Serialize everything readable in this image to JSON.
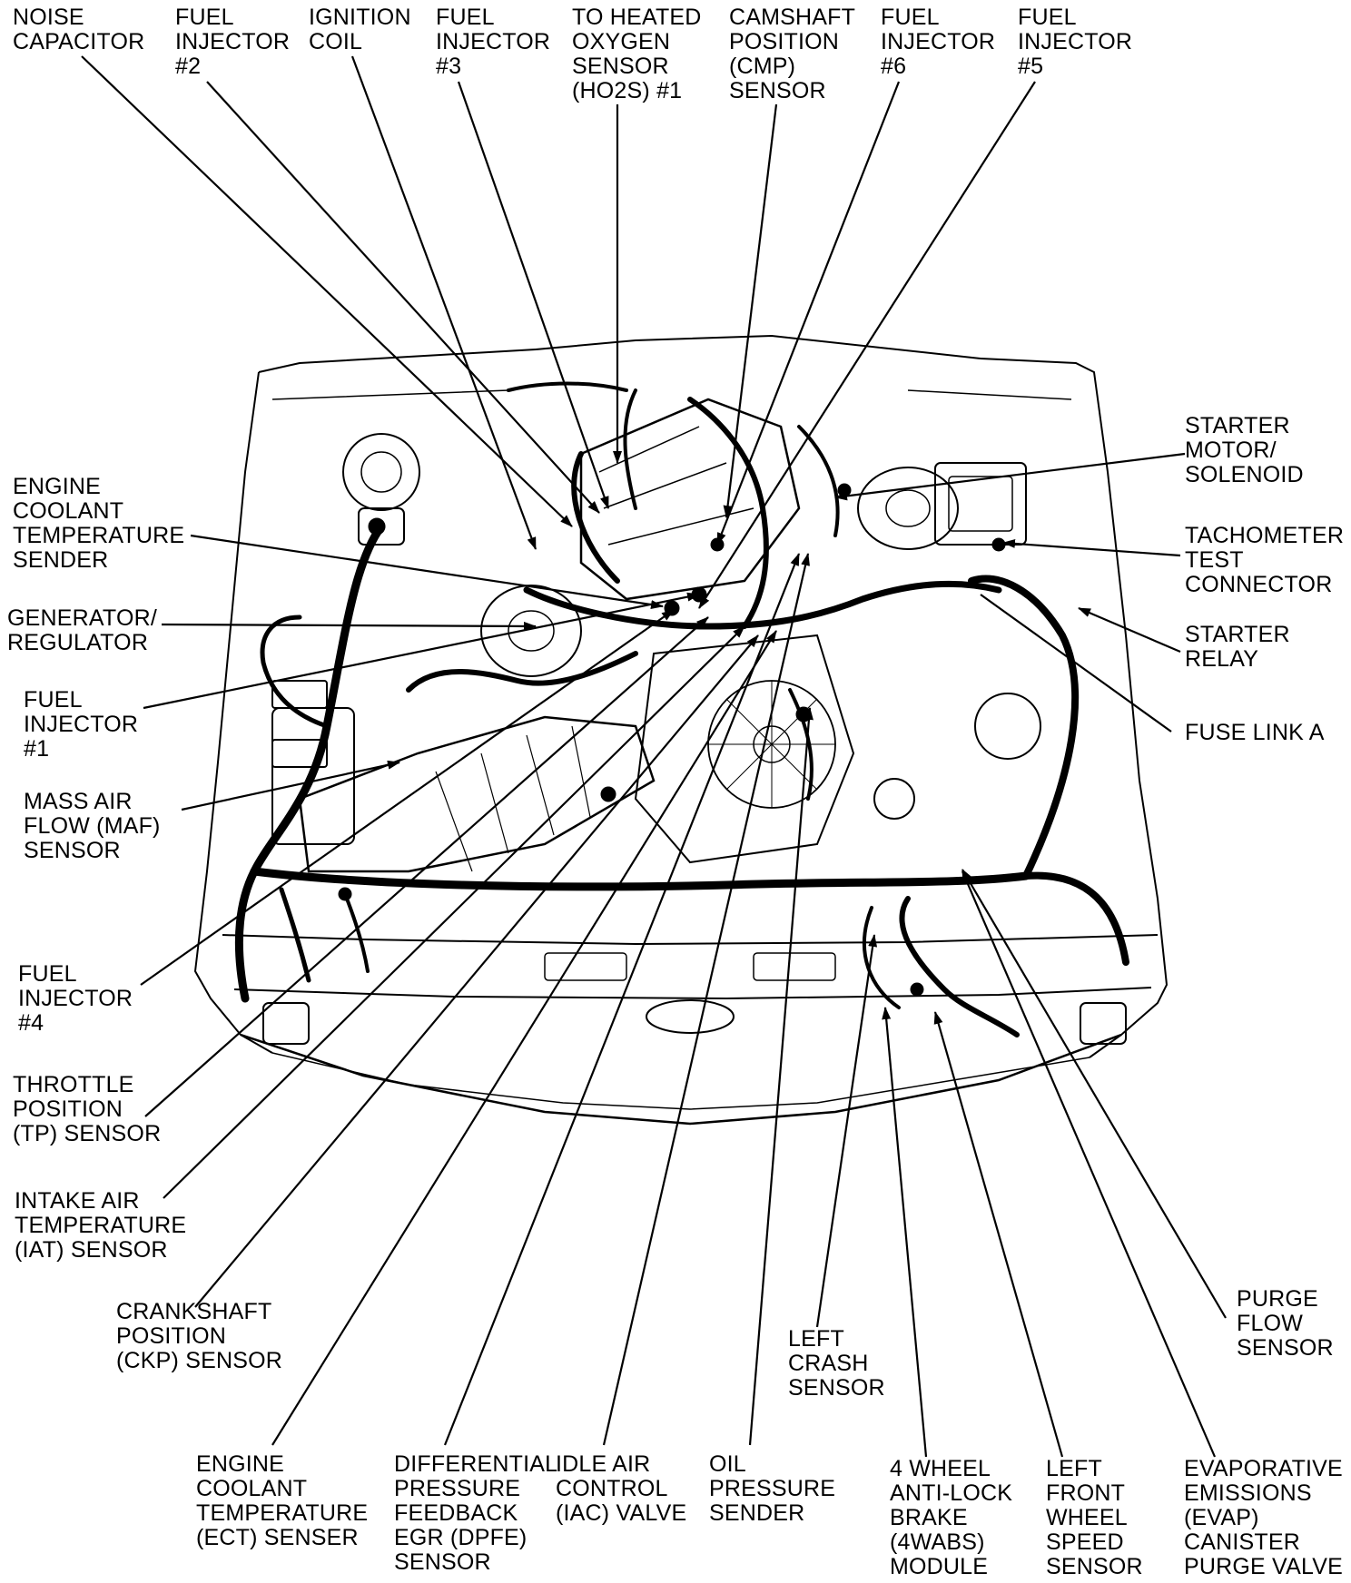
{
  "labels": {
    "noise_capacitor": [
      "NOISE",
      "CAPACITOR"
    ],
    "fuel_injector_2": [
      "FUEL",
      "INJECTOR",
      "#2"
    ],
    "ignition_coil": [
      "IGNITION",
      "COIL"
    ],
    "fuel_injector_3": [
      "FUEL",
      "INJECTOR",
      "#3"
    ],
    "ho2s": [
      "TO HEATED",
      "OXYGEN",
      "SENSOR",
      "(HO2S) #1"
    ],
    "cmp_sensor": [
      "CAMSHAFT",
      "POSITION",
      "(CMP)",
      "SENSOR"
    ],
    "fuel_injector_6": [
      "FUEL",
      "INJECTOR",
      "#6"
    ],
    "fuel_injector_5": [
      "FUEL",
      "INJECTOR",
      "#5"
    ],
    "ect_sender": [
      "ENGINE",
      "COOLANT",
      "TEMPERATURE",
      "SENDER"
    ],
    "generator": [
      "GENERATOR/",
      "REGULATOR"
    ],
    "fuel_injector_1": [
      "FUEL",
      "INJECTOR",
      "#1"
    ],
    "maf_sensor": [
      "MASS AIR",
      "FLOW (MAF)",
      "SENSOR"
    ],
    "fuel_injector_4": [
      "FUEL",
      "INJECTOR",
      "#4"
    ],
    "tp_sensor": [
      "THROTTLE",
      "POSITION",
      "(TP) SENSOR"
    ],
    "iat_sensor": [
      "INTAKE AIR",
      "TEMPERATURE",
      "(IAT) SENSOR"
    ],
    "ckp_sensor": [
      "CRANKSHAFT",
      "POSITION",
      "(CKP) SENSOR"
    ],
    "ect_senser": [
      "ENGINE",
      "COOLANT",
      "TEMPERATURE",
      "(ECT) SENSER"
    ],
    "dpfe_sensor": [
      "DIFFERENTIAL",
      "PRESSURE",
      "FEEDBACK",
      "EGR (DPFE)",
      "SENSOR"
    ],
    "iac_valve": [
      "IDLE AIR",
      "CONTROL",
      "(IAC) VALVE"
    ],
    "oil_pressure": [
      "OIL",
      "PRESSURE",
      "SENDER"
    ],
    "left_crash": [
      "LEFT",
      "CRASH",
      "SENSOR"
    ],
    "abs_module": [
      "4 WHEEL",
      "ANTI-LOCK",
      "BRAKE",
      "(4WABS)",
      "MODULE"
    ],
    "wheel_speed": [
      "LEFT",
      "FRONT",
      "WHEEL",
      "SPEED",
      "SENSOR"
    ],
    "evap_valve": [
      "EVAPORATIVE",
      "EMISSIONS",
      "(EVAP)",
      "CANISTER",
      "PURGE VALVE"
    ],
    "purge_flow": [
      "PURGE",
      "FLOW",
      "SENSOR"
    ],
    "starter_motor": [
      "STARTER",
      "MOTOR/",
      "SOLENOID"
    ],
    "tach_connector": [
      "TACHOMETER",
      "TEST",
      "CONNECTOR"
    ],
    "starter_relay": [
      "STARTER",
      "RELAY"
    ],
    "fuse_link": [
      "FUSE LINK A"
    ]
  },
  "colors": {
    "ink": "#000000",
    "paper": "#ffffff"
  }
}
